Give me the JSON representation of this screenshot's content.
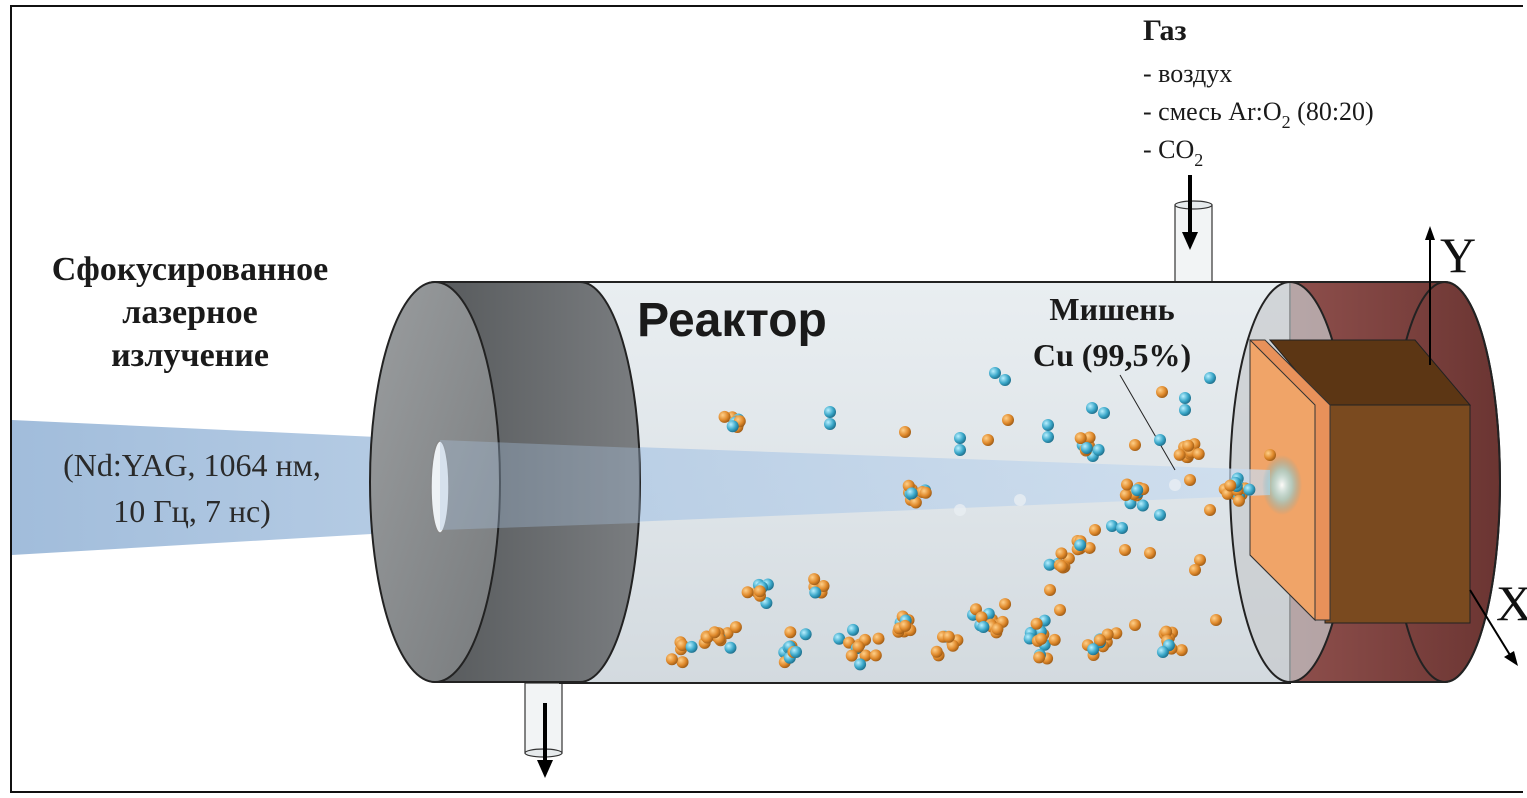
{
  "laser": {
    "title_lines": [
      "Сфокусированное",
      "лазерное",
      "излучение"
    ],
    "params_lines": [
      "(Nd:YAG, 1064 нм,",
      "10 Гц, 7 нс)"
    ]
  },
  "reactor": {
    "label": "Реактор"
  },
  "target": {
    "label_lines": [
      "Мишень",
      "Cu (99,5%)"
    ]
  },
  "gas": {
    "title": "Газ",
    "items": [
      {
        "prefix": "- воздух",
        "main": "",
        "sub": "",
        "tail": ""
      },
      {
        "prefix": "- смесь Ar:O",
        "main": "",
        "sub": "2",
        "tail": " (80:20)"
      },
      {
        "prefix": "- CO",
        "main": "",
        "sub": "2",
        "tail": ""
      }
    ]
  },
  "axes": {
    "y": "Y",
    "x": "X"
  },
  "colors": {
    "beam": "#a9c4e0",
    "copper": "#e08a2c",
    "oxygen": "#3aa7c9",
    "reactor_end": "#5a5d5f",
    "holder": "#7a3e3a",
    "target_plate": "#f0a569",
    "block": "#7a4a1f"
  }
}
